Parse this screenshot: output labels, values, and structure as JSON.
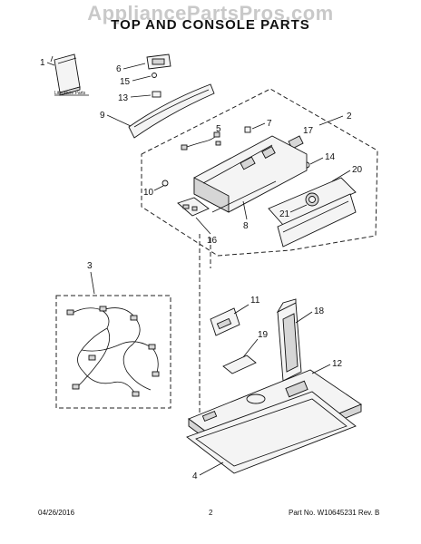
{
  "watermark": "AppliancePartsPros.com",
  "title": "TOP AND CONSOLE PARTS",
  "literature_label": "Literature Parts",
  "callouts": [
    "1",
    "2",
    "3",
    "4",
    "5",
    "6",
    "7",
    "8",
    "9",
    "10",
    "11",
    "12",
    "13",
    "14",
    "15",
    "16",
    "17",
    "18",
    "19",
    "20",
    "21"
  ],
  "footer": {
    "date": "04/26/2016",
    "page": "2",
    "part_no": "Part No. W10645231  Rev. B"
  }
}
